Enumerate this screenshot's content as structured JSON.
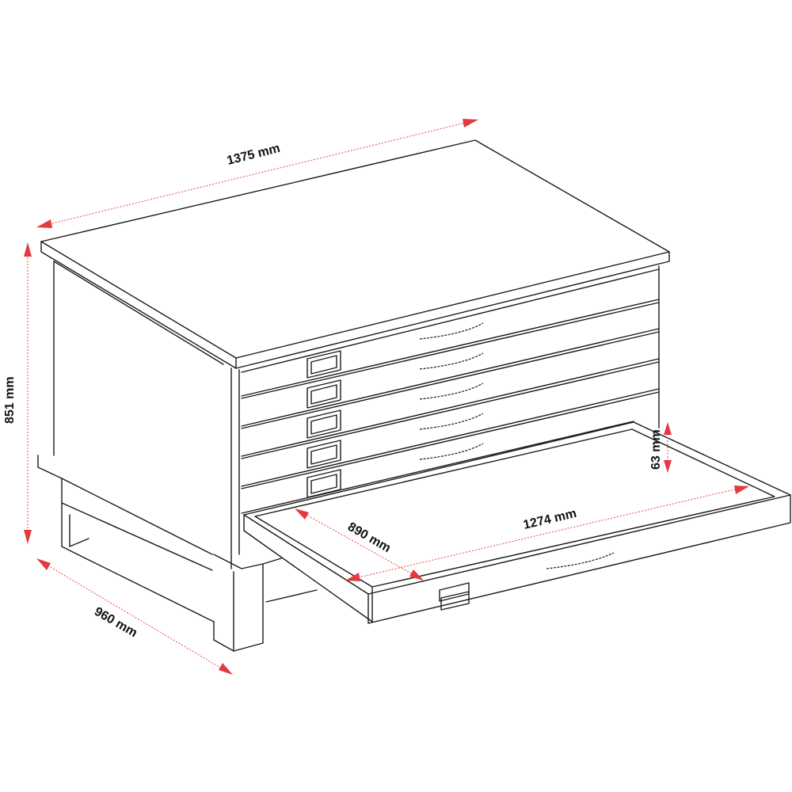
{
  "dimensions": {
    "width": "1375 mm",
    "height": "851 mm",
    "depth": "960 mm",
    "drawer_width": "1274 mm",
    "drawer_depth": "890 mm",
    "drawer_height": "63 mm"
  },
  "colors": {
    "dimension_line": "#e8474a",
    "outline": "#1a1a1a",
    "background": "#ffffff"
  }
}
